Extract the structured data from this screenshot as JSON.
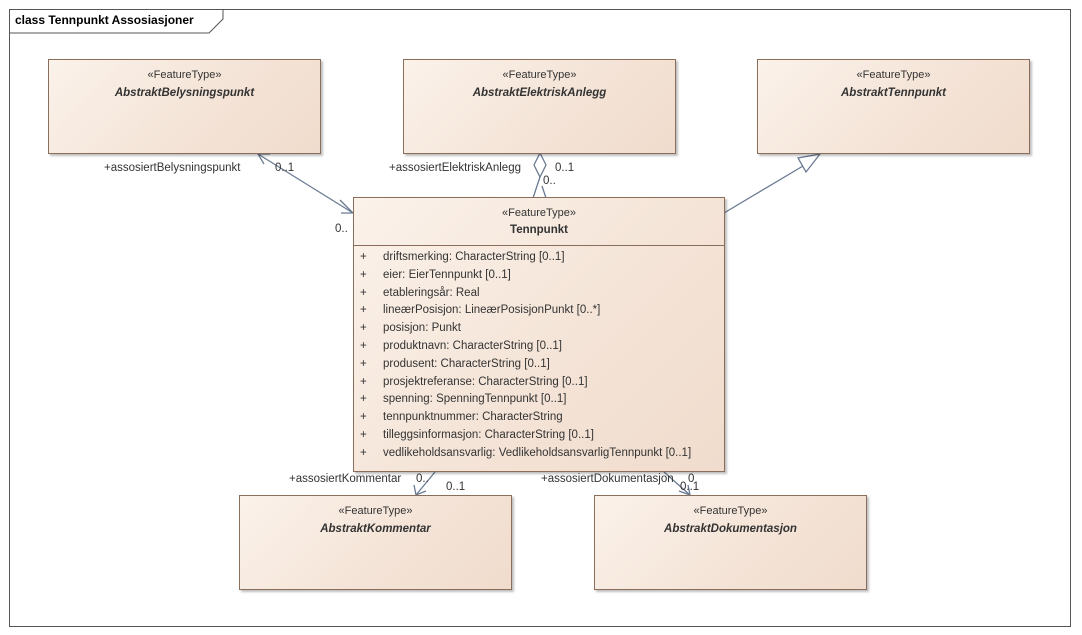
{
  "diagram": {
    "title": "class Tennpunkt Assosiasjoner",
    "classes": {
      "belysningspunkt": {
        "stereotype": "«FeatureType»",
        "name": "AbstraktBelysningspunkt"
      },
      "elektriskAnlegg": {
        "stereotype": "«FeatureType»",
        "name": "AbstraktElektriskAnlegg"
      },
      "abstraktTennpunkt": {
        "stereotype": "«FeatureType»",
        "name": "AbstraktTennpunkt"
      },
      "tennpunkt": {
        "stereotype": "«FeatureType»",
        "name": "Tennpunkt",
        "attributes": [
          {
            "vis": "+",
            "text": "driftsmerking: CharacterString [0..1]"
          },
          {
            "vis": "+",
            "text": "eier: EierTennpunkt [0..1]"
          },
          {
            "vis": "+",
            "text": "etableringsår: Real"
          },
          {
            "vis": "+",
            "text": "lineærPosisjon: LineærPosisjonPunkt [0..*]"
          },
          {
            "vis": "+",
            "text": "posisjon: Punkt"
          },
          {
            "vis": "+",
            "text": "produktnavn: CharacterString [0..1]"
          },
          {
            "vis": "+",
            "text": "produsent: CharacterString [0..1]"
          },
          {
            "vis": "+",
            "text": "prosjektreferanse: CharacterString [0..1]"
          },
          {
            "vis": "+",
            "text": "spenning: SpenningTennpunkt [0..1]"
          },
          {
            "vis": "+",
            "text": "tennpunktnummer: CharacterString"
          },
          {
            "vis": "+",
            "text": "tilleggsinformasjon: CharacterString [0..1]"
          },
          {
            "vis": "+",
            "text": "vedlikeholdsansvarlig: VedlikeholdsansvarligTennpunkt [0..1]"
          }
        ]
      },
      "kommentar": {
        "stereotype": "«FeatureType»",
        "name": "AbstraktKommentar"
      },
      "dokumentasjon": {
        "stereotype": "«FeatureType»",
        "name": "AbstraktDokumentasjon"
      }
    },
    "labels": {
      "belysRole": "+assosiertBelysningspunkt",
      "belysMult": "0..1",
      "belysSrcMult": "0..",
      "elekRole": "+assosiertElektriskAnlegg",
      "elekMult": "0..1",
      "elekSrcMult": "0..",
      "kommRole": "+assosiertKommentar",
      "kommSrcMult": "0..",
      "kommMult": "0..1",
      "dokRole": "+assosiertDokumentasjon",
      "dokSrcMult": "0",
      "dokMult": "0..1"
    }
  }
}
